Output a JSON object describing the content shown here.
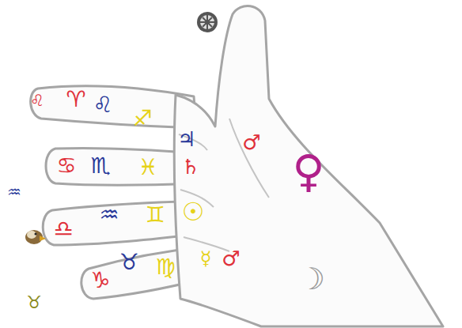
{
  "diagram": {
    "labels": [
      "♌",
      "♈",
      "♌",
      "♐",
      "♃",
      "♂",
      "♋",
      "♏",
      "♓",
      "♄",
      "♀",
      "♒",
      "♒",
      "♊",
      "☉",
      "♎",
      "♍",
      "♉",
      "☿",
      "♂",
      "♑",
      "☽",
      "♉"
    ]
  }
}
